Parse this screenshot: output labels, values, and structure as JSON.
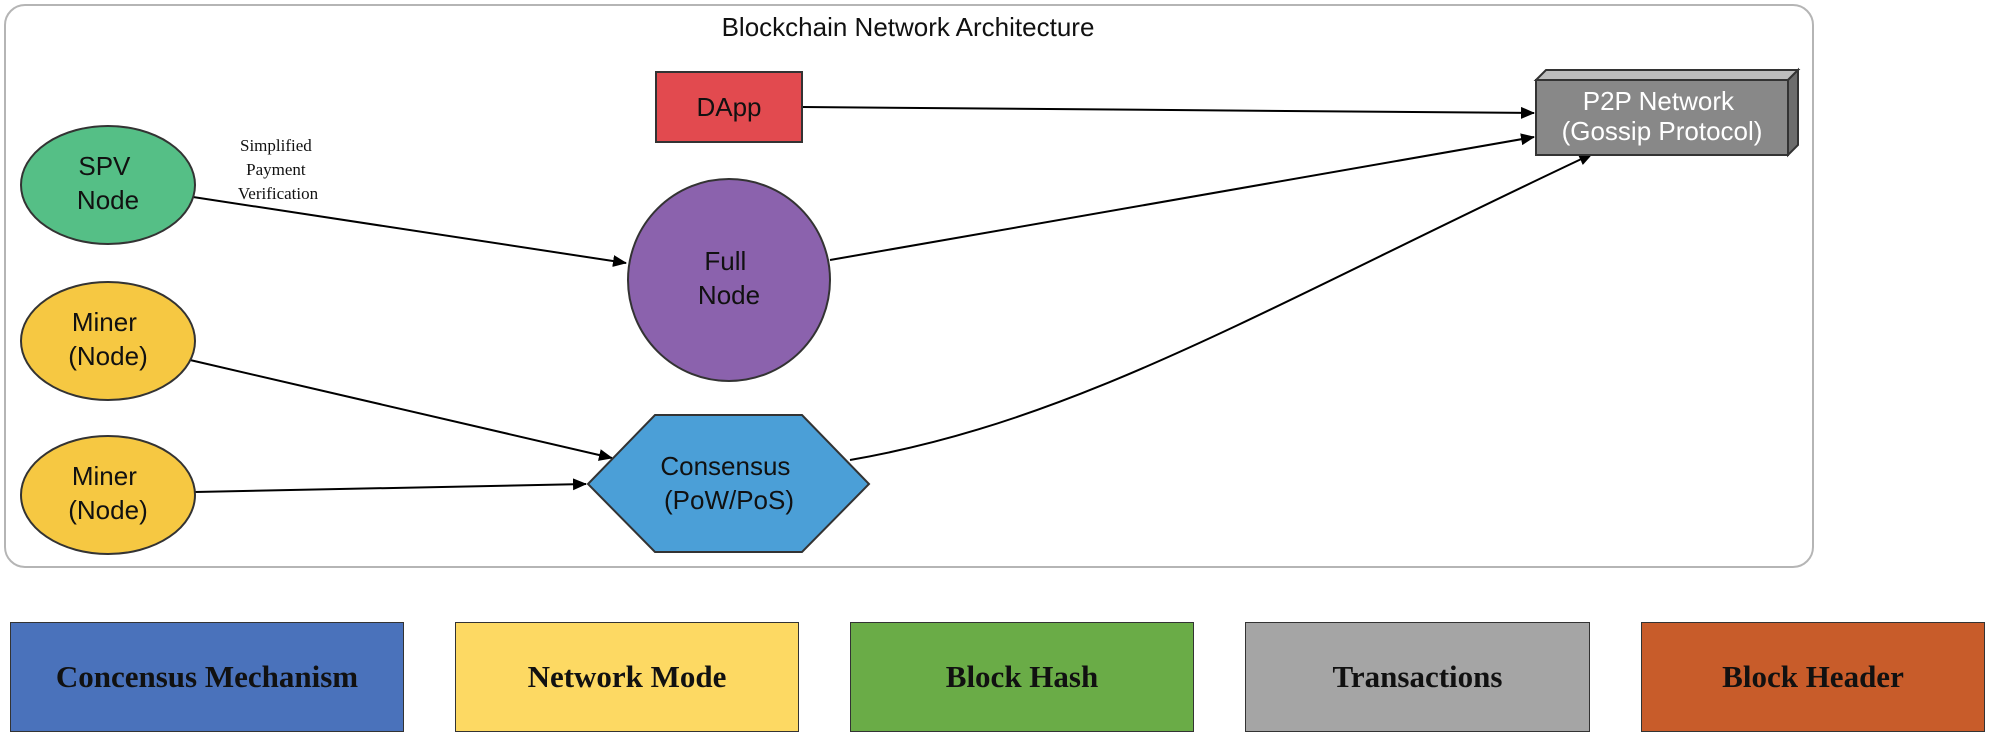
{
  "title": "Blockchain Network Architecture",
  "nodes": {
    "dapp": {
      "label": "DApp",
      "color": "#e24a4f"
    },
    "p2p": {
      "line1": "P2P Network",
      "line2": "(Gossip Protocol)",
      "color": "#888888"
    },
    "spv": {
      "line1": "SPV",
      "line2": "Node",
      "color": "#55bf86"
    },
    "full": {
      "line1": "Full",
      "line2": "Node",
      "color": "#8b62ad"
    },
    "miner1": {
      "line1": "Miner",
      "line2": "(Node)",
      "color": "#f6c842"
    },
    "miner2": {
      "line1": "Miner",
      "line2": "(Node)",
      "color": "#f6c842"
    },
    "consensus": {
      "line1": "Consensus",
      "line2": "(PoW/PoS)",
      "color": "#4b9fd7"
    }
  },
  "edge_label": {
    "line1": "Simplified",
    "line2": "Payment",
    "line3": "Verification"
  },
  "legend": [
    {
      "label": "Concensus Mechanism",
      "color": "#4a72bb"
    },
    {
      "label": "Network Mode",
      "color": "#fdd963"
    },
    {
      "label": "Block Hash",
      "color": "#6aac47"
    },
    {
      "label": "Transactions",
      "color": "#a5a5a5"
    },
    {
      "label": "Block Header",
      "color": "#c85c2a"
    }
  ]
}
